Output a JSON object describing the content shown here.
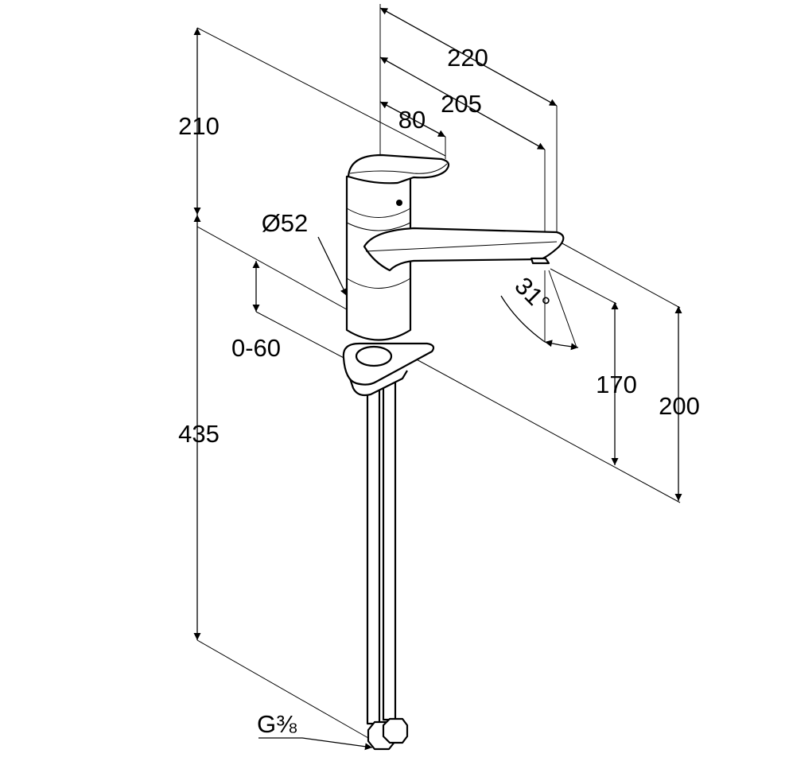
{
  "drawing": {
    "dimensions": {
      "total_height_upper": "210",
      "total_height_lower": "435",
      "reach_outer": "220",
      "reach_spout": "205",
      "handle_offset": "80",
      "body_diameter": "Ø52",
      "deck_thickness": "0-60",
      "swivel_angle": "31°",
      "spout_height": "170",
      "overall_spout_height": "200",
      "connection_thread": "G⅜"
    }
  }
}
